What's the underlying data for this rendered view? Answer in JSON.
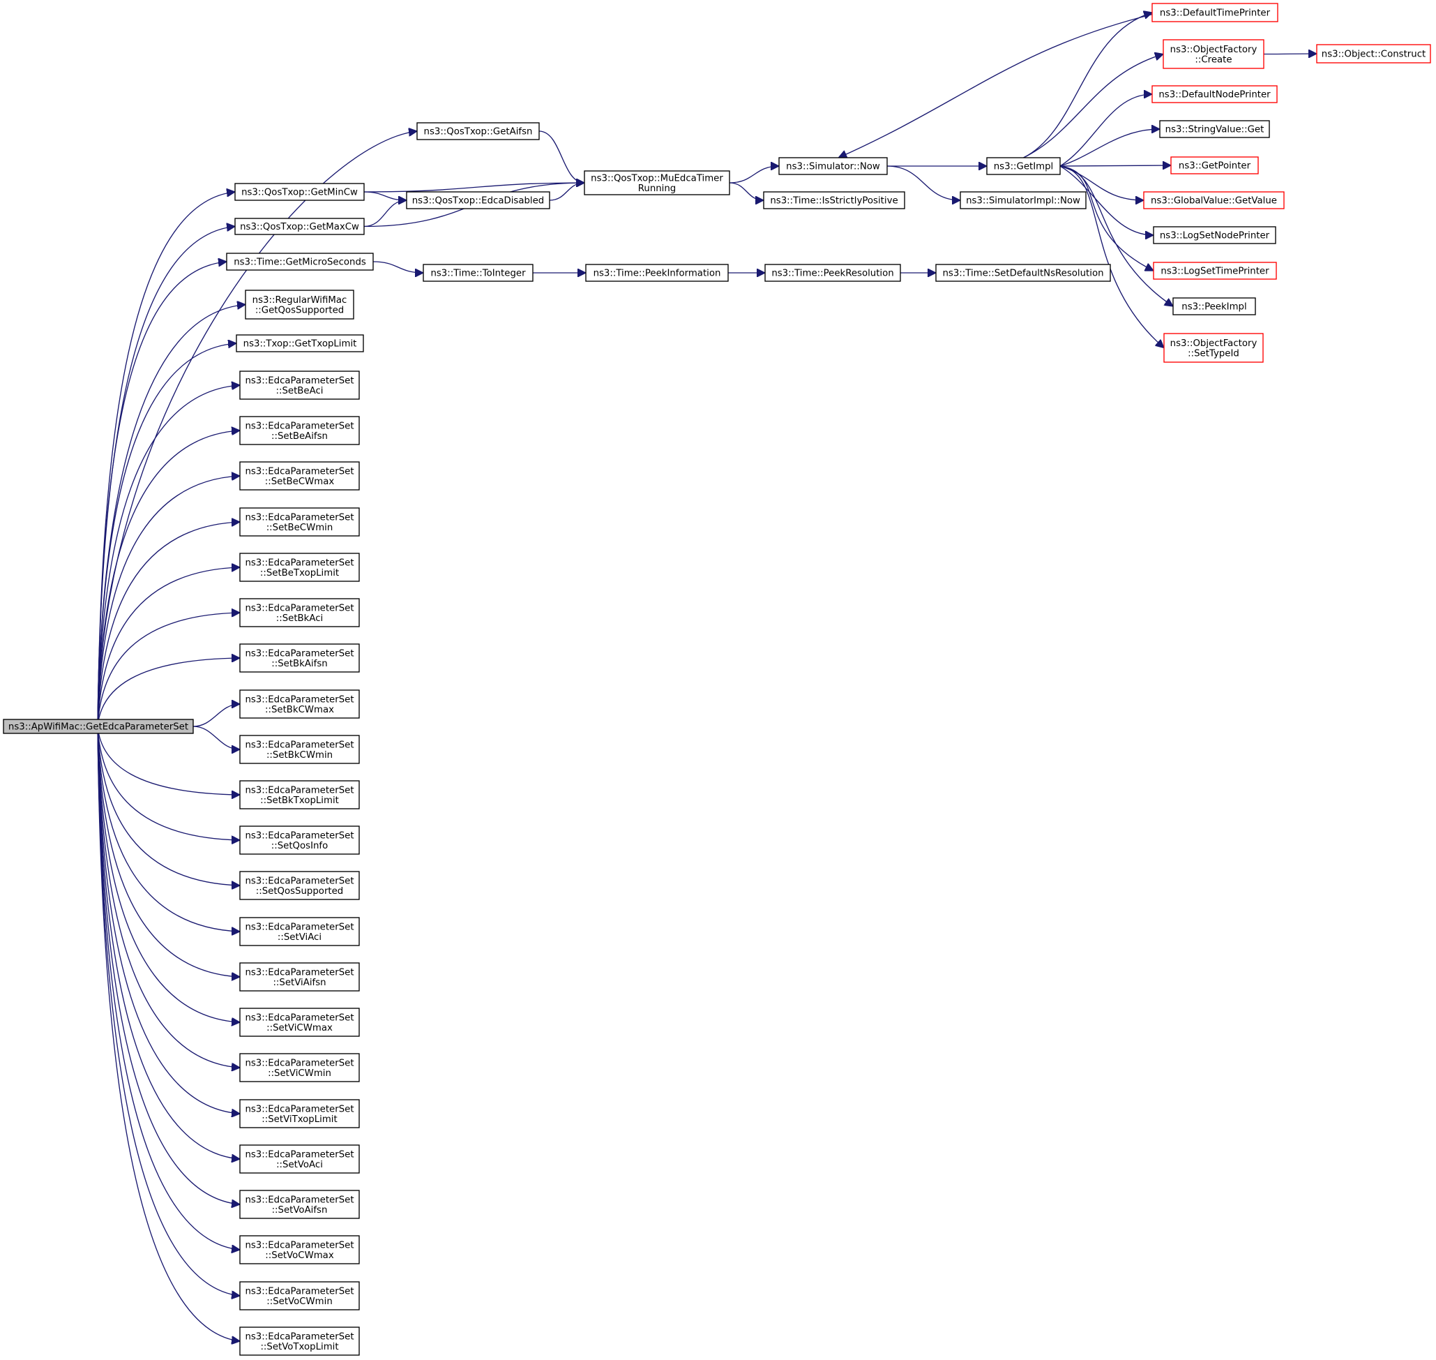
{
  "colors": {
    "edge": "#191970",
    "node_border": "#000000",
    "node_border_external": "#ff0000",
    "root_fill": "#bfbfbf",
    "node_fill": "#ffffff"
  },
  "nodes": {
    "root": {
      "lines": [
        "ns3::ApWifiMac::GetEdcaParameterSet"
      ],
      "style": "root"
    },
    "getAifsn": {
      "lines": [
        "ns3::QosTxop::GetAifsn"
      ],
      "style": "normal"
    },
    "getMinCw": {
      "lines": [
        "ns3::QosTxop::GetMinCw"
      ],
      "style": "normal"
    },
    "getMaxCw": {
      "lines": [
        "ns3::QosTxop::GetMaxCw"
      ],
      "style": "normal"
    },
    "edcaDisabled": {
      "lines": [
        "ns3::QosTxop::EdcaDisabled"
      ],
      "style": "normal"
    },
    "muEdca": {
      "lines": [
        "ns3::QosTxop::MuEdcaTimer",
        "Running"
      ],
      "style": "normal"
    },
    "simNow": {
      "lines": [
        "ns3::Simulator::Now"
      ],
      "style": "normal"
    },
    "isStrictlyPositive": {
      "lines": [
        "ns3::Time::IsStrictlyPositive"
      ],
      "style": "normal"
    },
    "getImpl": {
      "lines": [
        "ns3::GetImpl"
      ],
      "style": "normal"
    },
    "simImplNow": {
      "lines": [
        "ns3::SimulatorImpl::Now"
      ],
      "style": "normal"
    },
    "getMicroSeconds": {
      "lines": [
        "ns3::Time::GetMicroSeconds"
      ],
      "style": "normal"
    },
    "toInteger": {
      "lines": [
        "ns3::Time::ToInteger"
      ],
      "style": "normal"
    },
    "peekInformation": {
      "lines": [
        "ns3::Time::PeekInformation"
      ],
      "style": "normal"
    },
    "peekResolution": {
      "lines": [
        "ns3::Time::PeekResolution"
      ],
      "style": "normal"
    },
    "setDefaultNsResolution": {
      "lines": [
        "ns3::Time::SetDefaultNsResolution"
      ],
      "style": "normal"
    },
    "getQosSupported": {
      "lines": [
        "ns3::RegularWifiMac",
        "::GetQosSupported"
      ],
      "style": "normal"
    },
    "getTxopLimit": {
      "lines": [
        "ns3::Txop::GetTxopLimit"
      ],
      "style": "normal"
    },
    "defaultTimePrinter": {
      "lines": [
        "ns3::DefaultTimePrinter"
      ],
      "style": "external"
    },
    "objectFactoryCreate": {
      "lines": [
        "ns3::ObjectFactory",
        "::Create"
      ],
      "style": "external"
    },
    "objectConstruct": {
      "lines": [
        "ns3::Object::Construct"
      ],
      "style": "external"
    },
    "defaultNodePrinter": {
      "lines": [
        "ns3::DefaultNodePrinter"
      ],
      "style": "external"
    },
    "stringValueGet": {
      "lines": [
        "ns3::StringValue::Get"
      ],
      "style": "normal"
    },
    "getPointer": {
      "lines": [
        "ns3::GetPointer"
      ],
      "style": "external"
    },
    "globalValueGetValue": {
      "lines": [
        "ns3::GlobalValue::GetValue"
      ],
      "style": "external"
    },
    "logSetNodePrinter": {
      "lines": [
        "ns3::LogSetNodePrinter"
      ],
      "style": "normal"
    },
    "logSetTimePrinter": {
      "lines": [
        "ns3::LogSetTimePrinter"
      ],
      "style": "external"
    },
    "peekImpl": {
      "lines": [
        "ns3::PeekImpl"
      ],
      "style": "normal"
    },
    "objectFactorySetTypeId": {
      "lines": [
        "ns3::ObjectFactory",
        "::SetTypeId"
      ],
      "style": "external"
    },
    "setBeAci": {
      "lines": [
        "ns3::EdcaParameterSet",
        "::SetBeAci"
      ],
      "style": "normal"
    },
    "setBeAifsn": {
      "lines": [
        "ns3::EdcaParameterSet",
        "::SetBeAifsn"
      ],
      "style": "normal"
    },
    "setBeCWmax": {
      "lines": [
        "ns3::EdcaParameterSet",
        "::SetBeCWmax"
      ],
      "style": "normal"
    },
    "setBeCWmin": {
      "lines": [
        "ns3::EdcaParameterSet",
        "::SetBeCWmin"
      ],
      "style": "normal"
    },
    "setBeTxopLimit": {
      "lines": [
        "ns3::EdcaParameterSet",
        "::SetBeTxopLimit"
      ],
      "style": "normal"
    },
    "setBkAci": {
      "lines": [
        "ns3::EdcaParameterSet",
        "::SetBkAci"
      ],
      "style": "normal"
    },
    "setBkAifsn": {
      "lines": [
        "ns3::EdcaParameterSet",
        "::SetBkAifsn"
      ],
      "style": "normal"
    },
    "setBkCWmax": {
      "lines": [
        "ns3::EdcaParameterSet",
        "::SetBkCWmax"
      ],
      "style": "normal"
    },
    "setBkCWmin": {
      "lines": [
        "ns3::EdcaParameterSet",
        "::SetBkCWmin"
      ],
      "style": "normal"
    },
    "setBkTxopLimit": {
      "lines": [
        "ns3::EdcaParameterSet",
        "::SetBkTxopLimit"
      ],
      "style": "normal"
    },
    "setQosInfo": {
      "lines": [
        "ns3::EdcaParameterSet",
        "::SetQosInfo"
      ],
      "style": "normal"
    },
    "setQosSupported": {
      "lines": [
        "ns3::EdcaParameterSet",
        "::SetQosSupported"
      ],
      "style": "normal"
    },
    "setViAci": {
      "lines": [
        "ns3::EdcaParameterSet",
        "::SetViAci"
      ],
      "style": "normal"
    },
    "setViAifsn": {
      "lines": [
        "ns3::EdcaParameterSet",
        "::SetViAifsn"
      ],
      "style": "normal"
    },
    "setViCWmax": {
      "lines": [
        "ns3::EdcaParameterSet",
        "::SetViCWmax"
      ],
      "style": "normal"
    },
    "setViCWmin": {
      "lines": [
        "ns3::EdcaParameterSet",
        "::SetViCWmin"
      ],
      "style": "normal"
    },
    "setViTxopLimit": {
      "lines": [
        "ns3::EdcaParameterSet",
        "::SetViTxopLimit"
      ],
      "style": "normal"
    },
    "setVoAci": {
      "lines": [
        "ns3::EdcaParameterSet",
        "::SetVoAci"
      ],
      "style": "normal"
    },
    "setVoAifsn": {
      "lines": [
        "ns3::EdcaParameterSet",
        "::SetVoAifsn"
      ],
      "style": "normal"
    },
    "setVoCWmax": {
      "lines": [
        "ns3::EdcaParameterSet",
        "::SetVoCWmax"
      ],
      "style": "normal"
    },
    "setVoCWmin": {
      "lines": [
        "ns3::EdcaParameterSet",
        "::SetVoCWmin"
      ],
      "style": "normal"
    },
    "setVoTxopLimit": {
      "lines": [
        "ns3::EdcaParameterSet",
        "::SetVoTxopLimit"
      ],
      "style": "normal"
    }
  },
  "edges": [
    [
      "root",
      "getAifsn"
    ],
    [
      "root",
      "getMinCw"
    ],
    [
      "root",
      "getMaxCw"
    ],
    [
      "root",
      "getMicroSeconds"
    ],
    [
      "root",
      "getQosSupported"
    ],
    [
      "root",
      "getTxopLimit"
    ],
    [
      "root",
      "setBeAci"
    ],
    [
      "root",
      "setBeAifsn"
    ],
    [
      "root",
      "setBeCWmax"
    ],
    [
      "root",
      "setBeCWmin"
    ],
    [
      "root",
      "setBeTxopLimit"
    ],
    [
      "root",
      "setBkAci"
    ],
    [
      "root",
      "setBkAifsn"
    ],
    [
      "root",
      "setBkCWmax"
    ],
    [
      "root",
      "setBkCWmin"
    ],
    [
      "root",
      "setBkTxopLimit"
    ],
    [
      "root",
      "setQosInfo"
    ],
    [
      "root",
      "setQosSupported"
    ],
    [
      "root",
      "setViAci"
    ],
    [
      "root",
      "setViAifsn"
    ],
    [
      "root",
      "setViCWmax"
    ],
    [
      "root",
      "setViCWmin"
    ],
    [
      "root",
      "setViTxopLimit"
    ],
    [
      "root",
      "setVoAci"
    ],
    [
      "root",
      "setVoAifsn"
    ],
    [
      "root",
      "setVoCWmax"
    ],
    [
      "root",
      "setVoCWmin"
    ],
    [
      "root",
      "setVoTxopLimit"
    ],
    [
      "getAifsn",
      "muEdca"
    ],
    [
      "getMinCw",
      "muEdca"
    ],
    [
      "getMinCw",
      "edcaDisabled"
    ],
    [
      "getMaxCw",
      "edcaDisabled"
    ],
    [
      "getMaxCw",
      "muEdca"
    ],
    [
      "edcaDisabled",
      "muEdca"
    ],
    [
      "muEdca",
      "simNow"
    ],
    [
      "muEdca",
      "isStrictlyPositive"
    ],
    [
      "simNow",
      "getImpl"
    ],
    [
      "simNow",
      "simImplNow"
    ],
    [
      "getImpl",
      "defaultTimePrinter"
    ],
    [
      "defaultTimePrinter",
      "simNow"
    ],
    [
      "getImpl",
      "objectFactoryCreate"
    ],
    [
      "objectFactoryCreate",
      "objectConstruct"
    ],
    [
      "getImpl",
      "defaultNodePrinter"
    ],
    [
      "getImpl",
      "stringValueGet"
    ],
    [
      "getImpl",
      "getPointer"
    ],
    [
      "getImpl",
      "globalValueGetValue"
    ],
    [
      "getImpl",
      "logSetNodePrinter"
    ],
    [
      "getImpl",
      "logSetTimePrinter"
    ],
    [
      "getImpl",
      "peekImpl"
    ],
    [
      "getImpl",
      "objectFactorySetTypeId"
    ],
    [
      "getMicroSeconds",
      "toInteger"
    ],
    [
      "toInteger",
      "peekInformation"
    ],
    [
      "peekInformation",
      "peekResolution"
    ],
    [
      "peekResolution",
      "setDefaultNsResolution"
    ]
  ]
}
